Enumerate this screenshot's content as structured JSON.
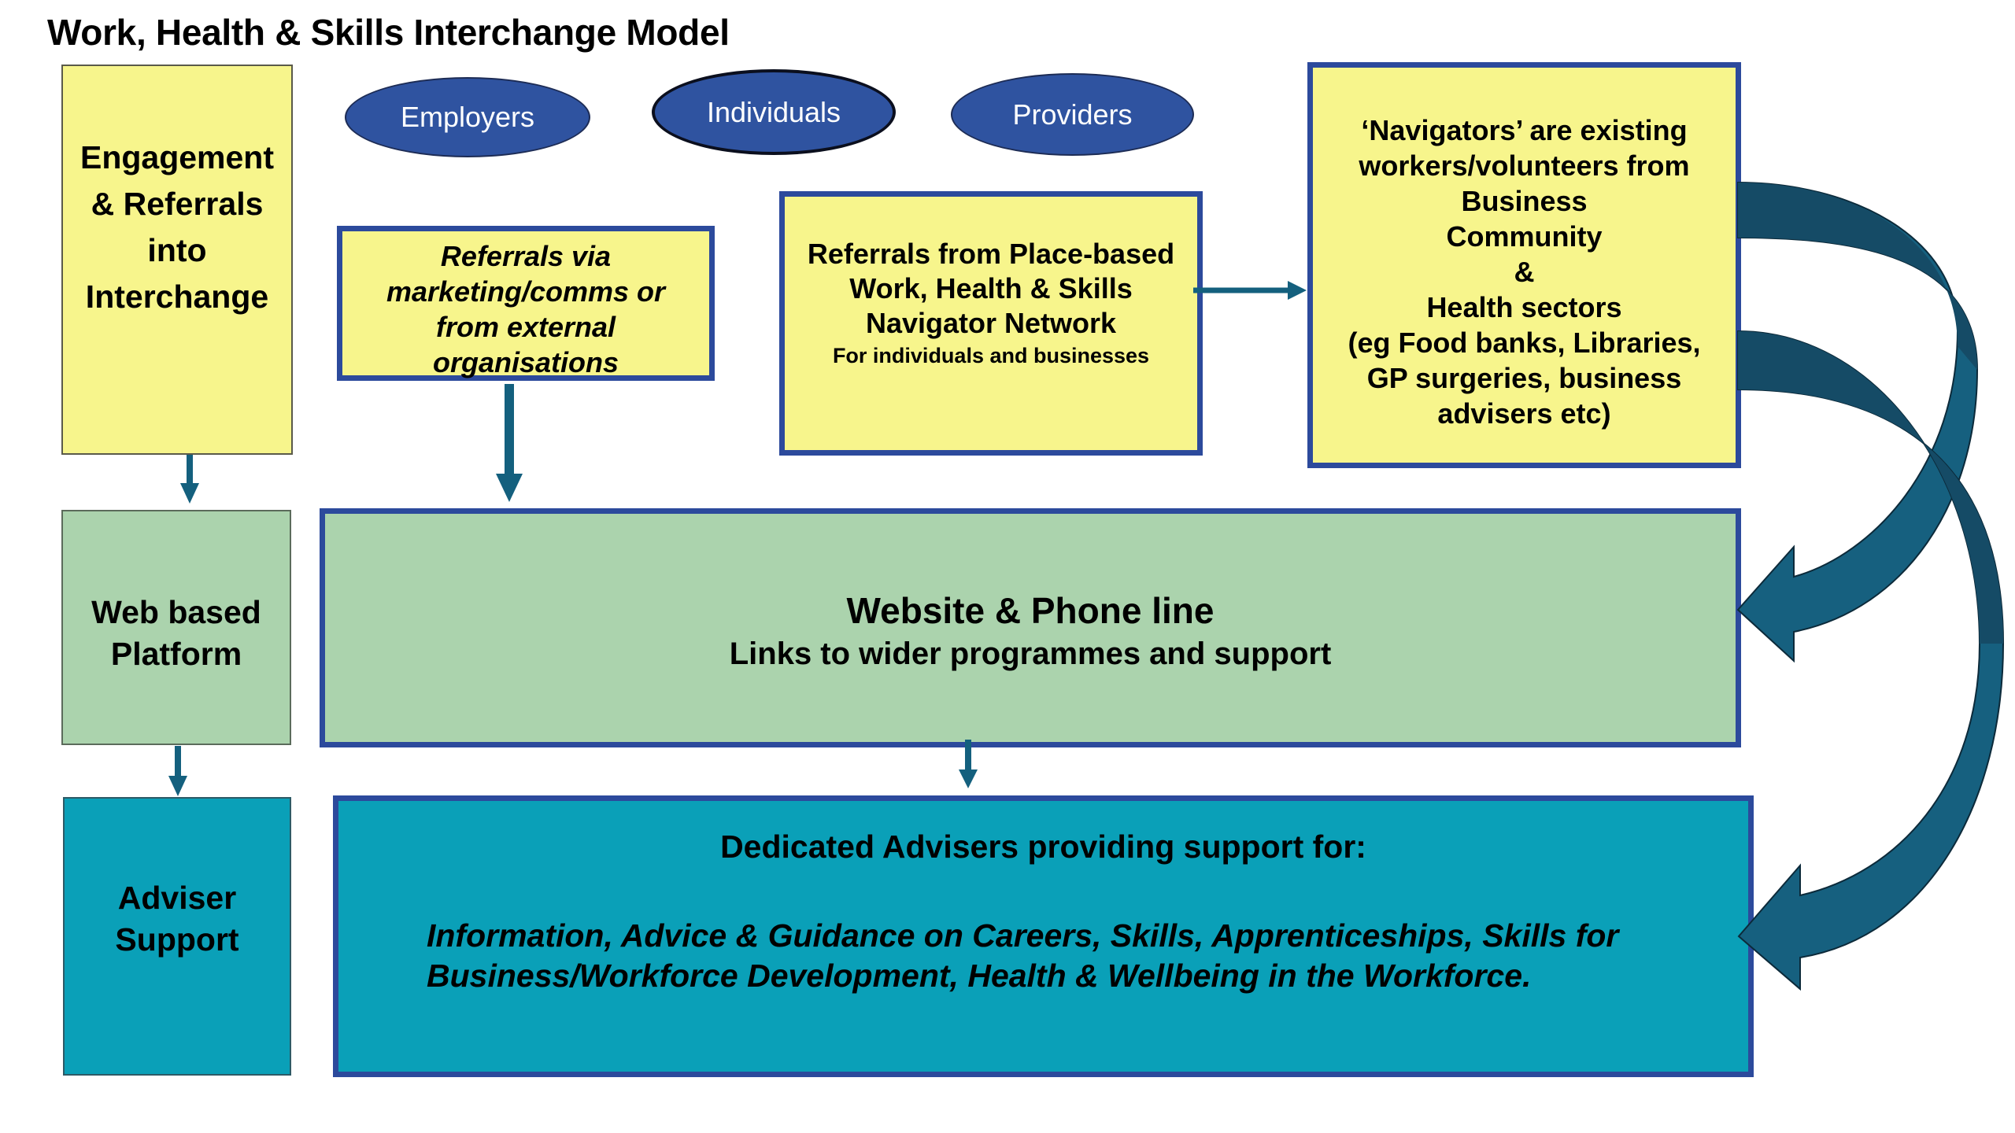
{
  "title": "Work, Health & Skills Interchange Model",
  "colors": {
    "yellow_box": "#f7f58c",
    "green_box": "#abd3ad",
    "teal_box": "#0aa0b8",
    "box_border_blue": "#2c4a9c",
    "ellipse_fill": "#2f53a0",
    "arrow": "#14607e",
    "curved_arrow_dark": "#154b66",
    "curved_arrow_light": "#16607f"
  },
  "stakeholders": [
    {
      "label": "Employers"
    },
    {
      "label": "Individuals"
    },
    {
      "label": "Providers"
    }
  ],
  "left_column": {
    "engagement": [
      "Engagement",
      "& Referrals",
      "into",
      "Interchange"
    ],
    "web_platform": [
      "Web based",
      "Platform"
    ],
    "adviser_support": [
      "Adviser",
      "Support"
    ]
  },
  "referrals_via": [
    "Referrals via",
    "marketing/comms or",
    "from external",
    "organisations"
  ],
  "place_based": {
    "lines": [
      "Referrals from Place-based",
      "Work, Health & Skills",
      "Navigator Network"
    ],
    "note": "For individuals and businesses"
  },
  "navigators": [
    "‘Navigators’ are existing",
    "workers/volunteers from",
    "Business",
    "Community",
    "&",
    "Health sectors",
    "(eg Food banks, Libraries,",
    "GP surgeries, business",
    "advisers etc)"
  ],
  "website": {
    "heading": "Website & Phone line",
    "subheading": "Links to wider programmes and support"
  },
  "advisers": {
    "heading": "Dedicated Advisers providing support for:",
    "body": [
      "Information, Advice & Guidance on Careers, Skills, Apprenticeships, Skills for",
      "Business/Workforce Development, Health & Wellbeing in the Workforce."
    ]
  },
  "connections": [
    {
      "from": "engagement",
      "to": "web-platform"
    },
    {
      "from": "web-platform",
      "to": "adviser-support"
    },
    {
      "from": "referrals-via",
      "to": "website"
    },
    {
      "from": "place-based",
      "to": "navigators"
    },
    {
      "from": "website",
      "to": "advisers"
    },
    {
      "from": "navigators",
      "to": "website",
      "style": "curved"
    },
    {
      "from": "navigators",
      "to": "advisers",
      "style": "curved"
    }
  ]
}
